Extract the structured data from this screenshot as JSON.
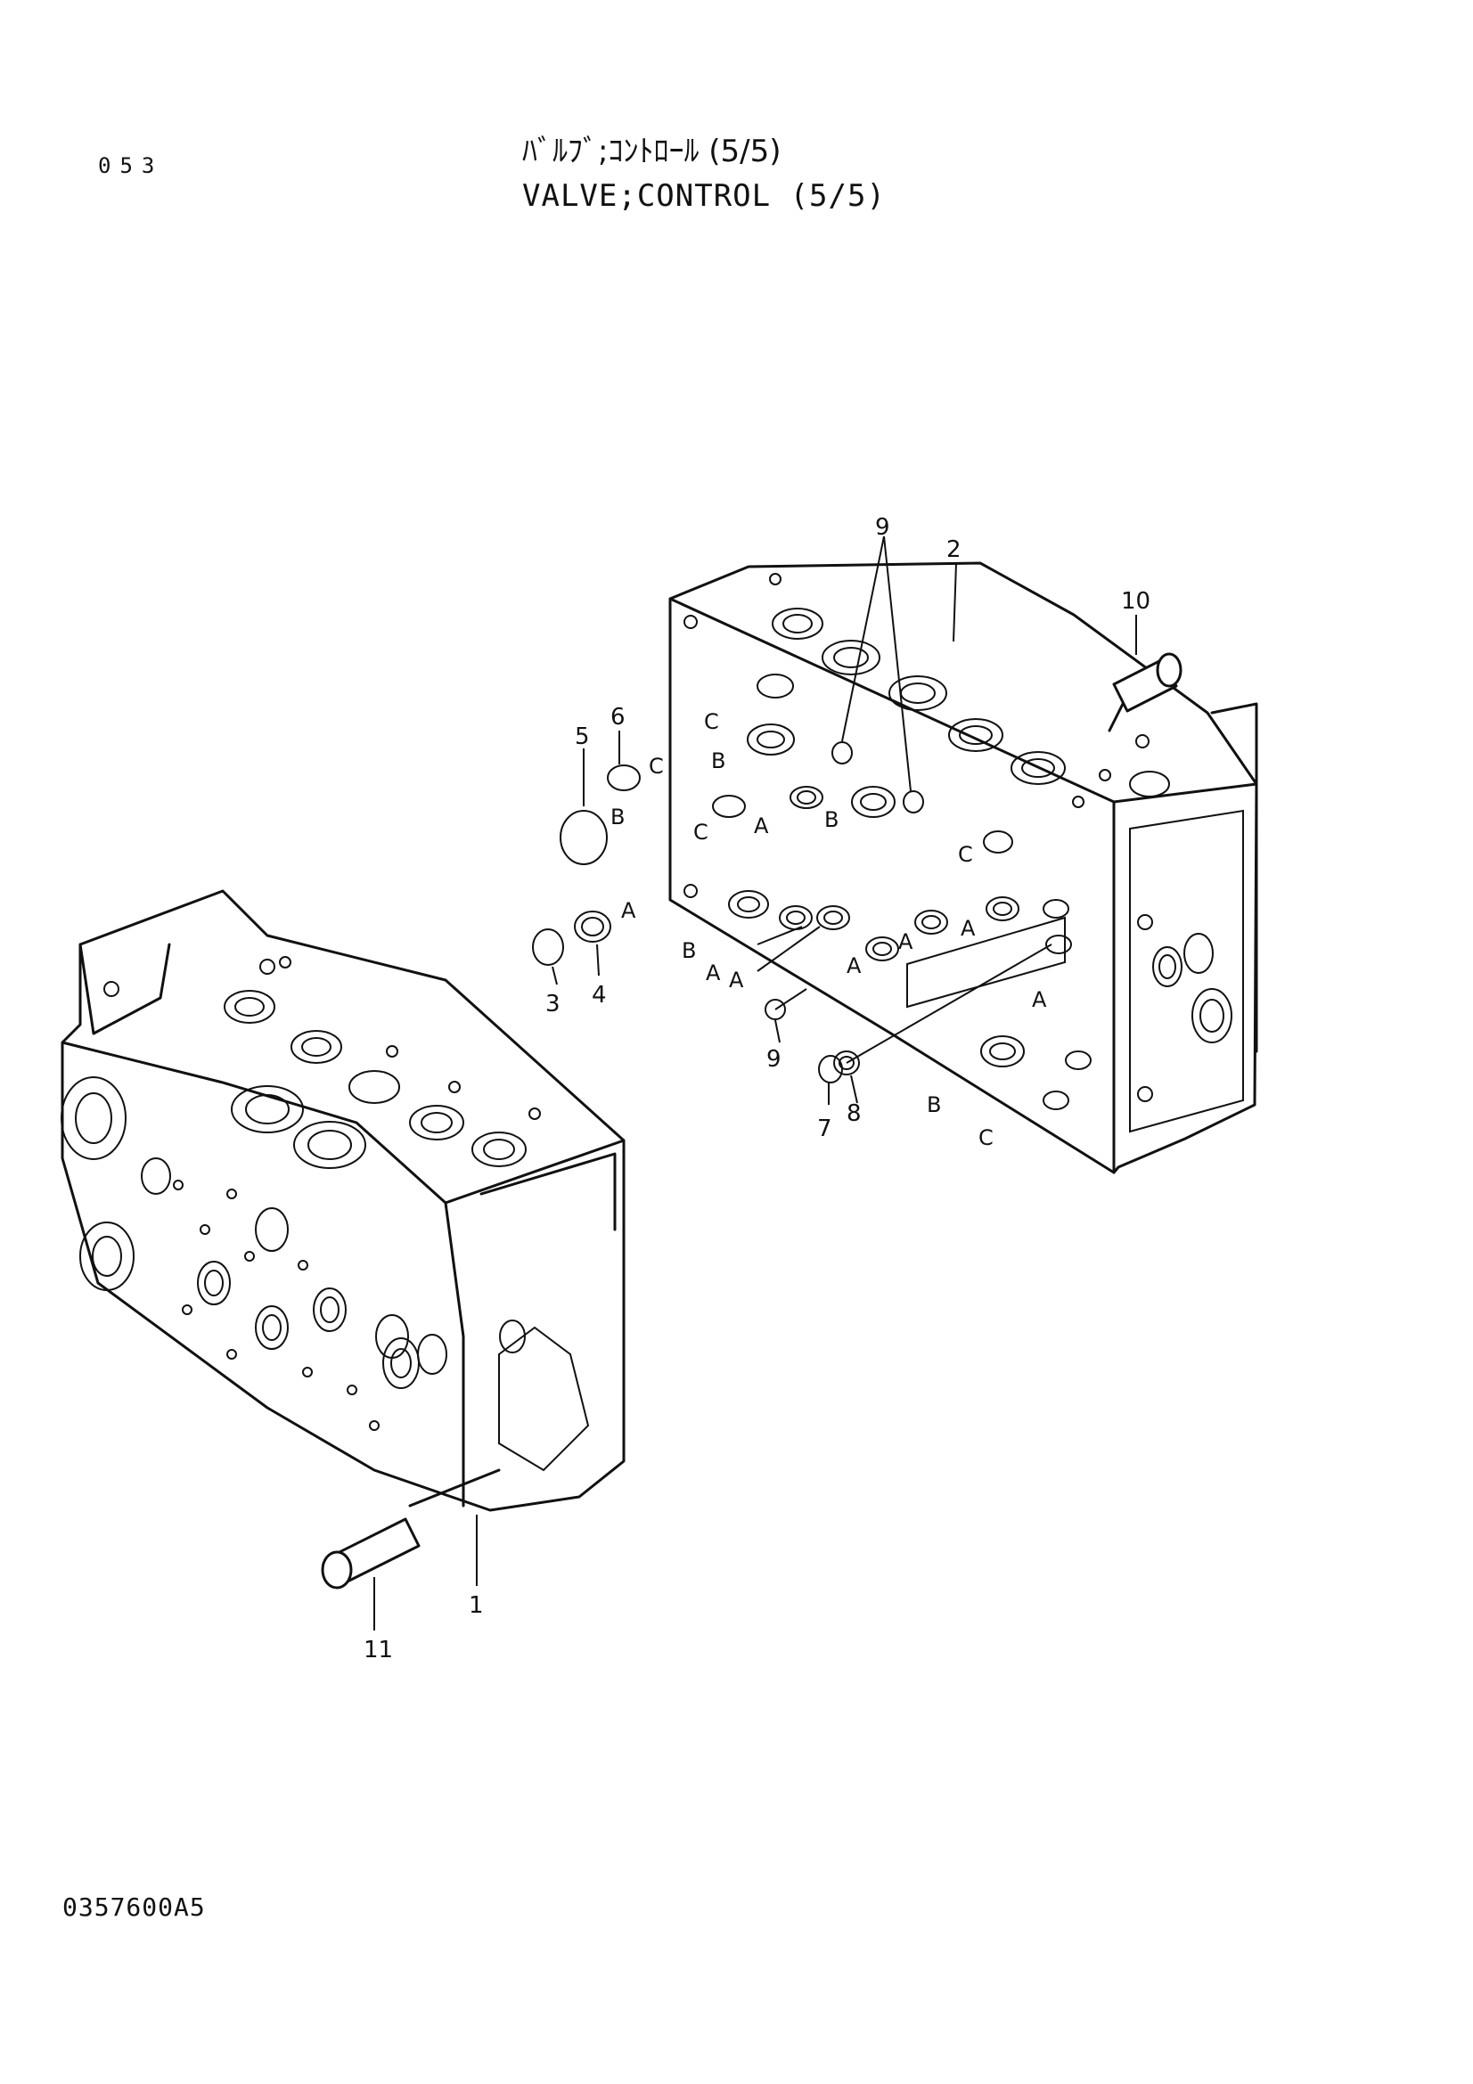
{
  "header": {
    "page_number": "053",
    "title_jp": "ﾊﾞﾙﾌﾞ;ｺﾝﾄﾛｰﾙ (5/5)",
    "title_en": "VALVE;CONTROL (5/5)"
  },
  "footer": {
    "doc_code": "0357600A5"
  },
  "callouts": {
    "p1": "1",
    "p2": "2",
    "p3": "3",
    "p4": "4",
    "p5": "5",
    "p6": "6",
    "p7": "7",
    "p8": "8",
    "p9_top": "9",
    "p9_low": "9",
    "p10": "10",
    "p11": "11"
  },
  "port_letters": {
    "a": "A",
    "b": "B",
    "c": "C"
  }
}
